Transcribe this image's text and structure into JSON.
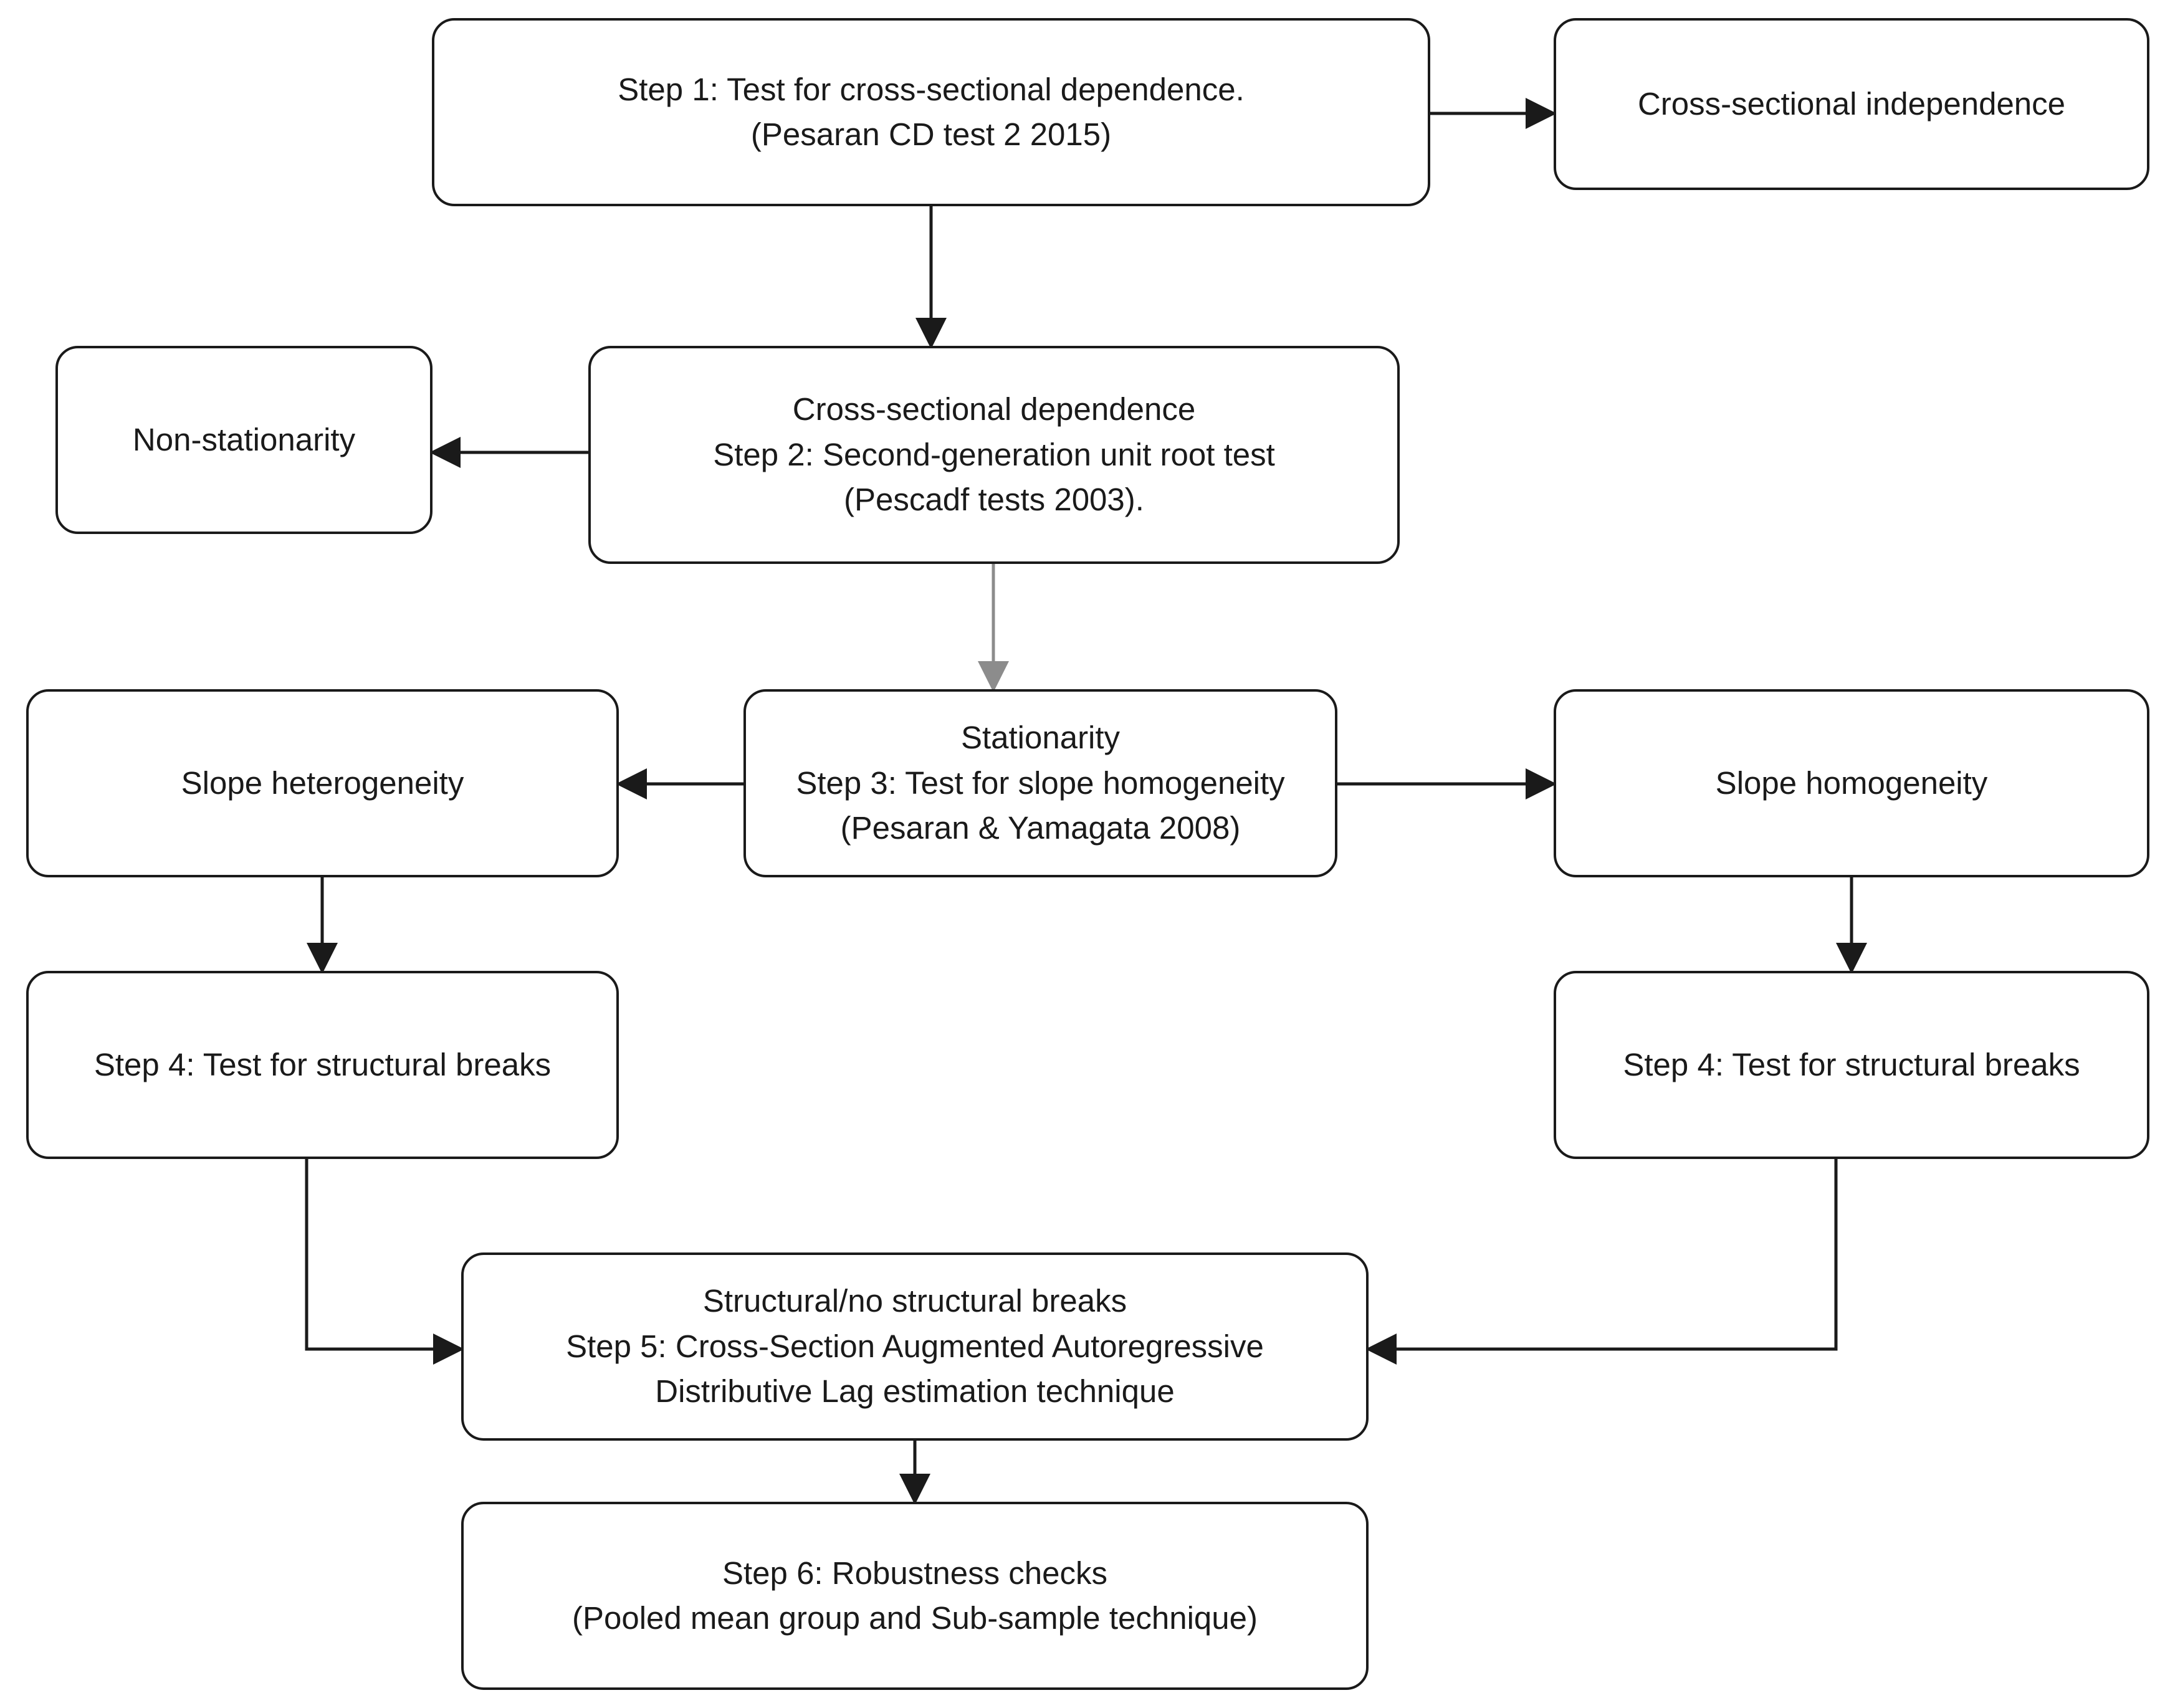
{
  "nodes": {
    "step1": {
      "lines": [
        "Step 1: Test for cross-sectional dependence.",
        "(Pesaran  CD test 2 2015)"
      ]
    },
    "cross_sectional_independence": {
      "lines": [
        "Cross-sectional independence"
      ]
    },
    "step2": {
      "lines": [
        "Cross-sectional dependence",
        "Step 2: Second-generation unit root test",
        "(Pescadf tests 2003)."
      ]
    },
    "non_stationarity": {
      "lines": [
        "Non-stationarity"
      ]
    },
    "step3": {
      "lines": [
        "Stationarity",
        "Step 3: Test for slope homogeneity",
        "(Pesaran & Yamagata 2008)"
      ]
    },
    "slope_heterogeneity": {
      "lines": [
        "Slope heterogeneity"
      ]
    },
    "slope_homogeneity": {
      "lines": [
        "Slope homogeneity"
      ]
    },
    "step4_left": {
      "lines": [
        "Step 4: Test for structural breaks"
      ]
    },
    "step4_right": {
      "lines": [
        "Step 4: Test for structural breaks"
      ]
    },
    "step5": {
      "lines": [
        "Structural/no structural breaks",
        "Step 5: Cross-Section Augmented Autoregressive",
        "Distributive Lag estimation technique"
      ]
    },
    "step6": {
      "lines": [
        "Step 6: Robustness checks",
        "(Pooled mean group and Sub-sample technique)"
      ]
    }
  },
  "edges": [
    {
      "from": "step1",
      "to": "cross_sectional_independence"
    },
    {
      "from": "step1",
      "to": "step2"
    },
    {
      "from": "step2",
      "to": "non_stationarity"
    },
    {
      "from": "step2",
      "to": "step3"
    },
    {
      "from": "step3",
      "to": "slope_heterogeneity"
    },
    {
      "from": "step3",
      "to": "slope_homogeneity"
    },
    {
      "from": "slope_heterogeneity",
      "to": "step4_left"
    },
    {
      "from": "slope_homogeneity",
      "to": "step4_right"
    },
    {
      "from": "step4_left",
      "to": "step5"
    },
    {
      "from": "step4_right",
      "to": "step5"
    },
    {
      "from": "step5",
      "to": "step6"
    }
  ]
}
